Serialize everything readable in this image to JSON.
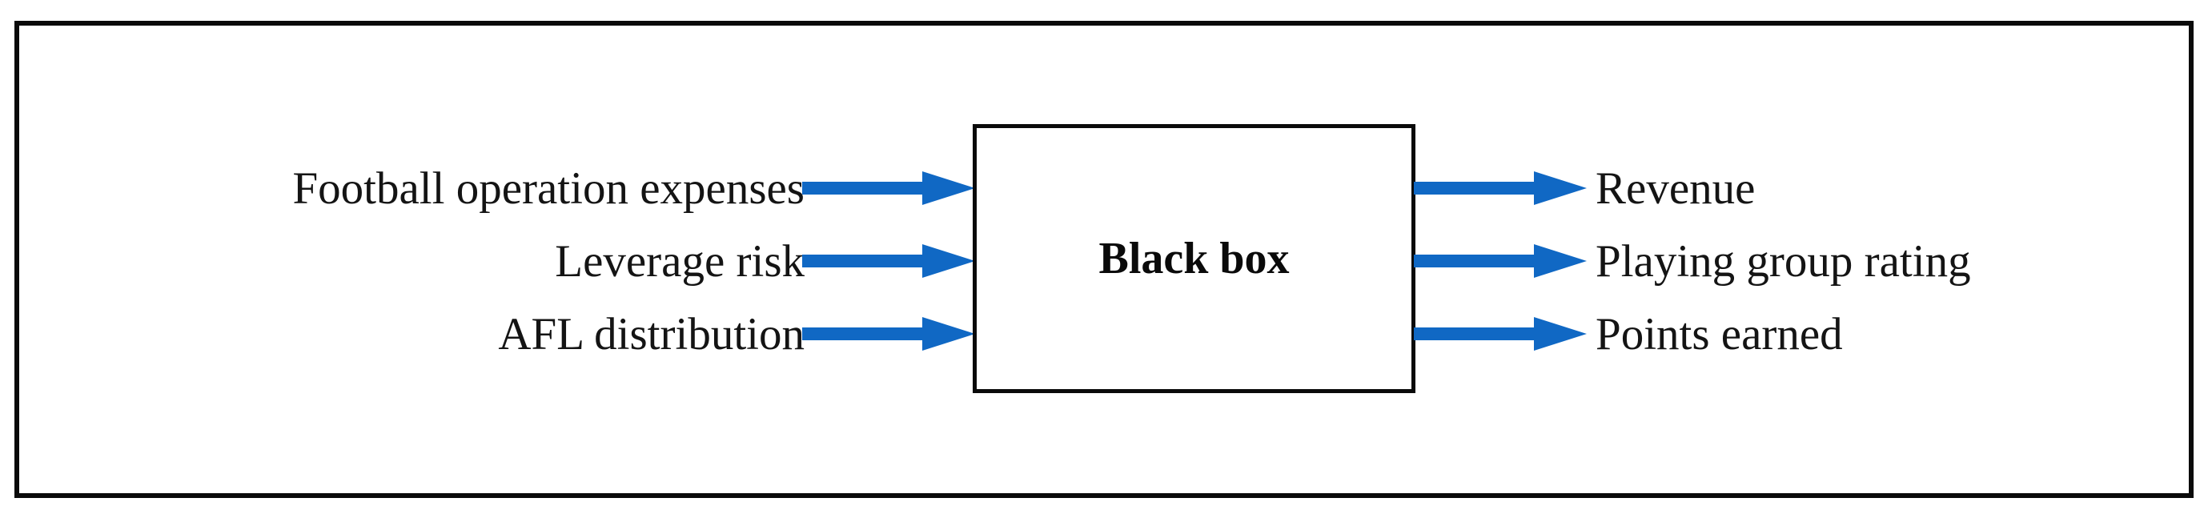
{
  "diagram": {
    "type": "black-box-input-output",
    "title_visible": false,
    "colors": {
      "arrow_blue": "#1068C4",
      "frame_black": "#0A0A0A",
      "text_black": "#141414",
      "background": "#FFFFFF"
    },
    "center_node": {
      "label": "Black box",
      "shape": "rectangle",
      "fill": "#FFFFFF",
      "stroke": "#0A0A0A"
    },
    "inputs": [
      {
        "label": "Football operation expenses",
        "arrow": "arrow-right-icon"
      },
      {
        "label": "Leverage risk",
        "arrow": "arrow-right-icon"
      },
      {
        "label": "AFL distribution",
        "arrow": "arrow-right-icon"
      }
    ],
    "outputs": [
      {
        "label": "Revenue",
        "arrow": "arrow-right-icon"
      },
      {
        "label": "Playing group rating",
        "arrow": "arrow-right-icon"
      },
      {
        "label": "Points earned",
        "arrow": "arrow-right-icon"
      }
    ]
  }
}
